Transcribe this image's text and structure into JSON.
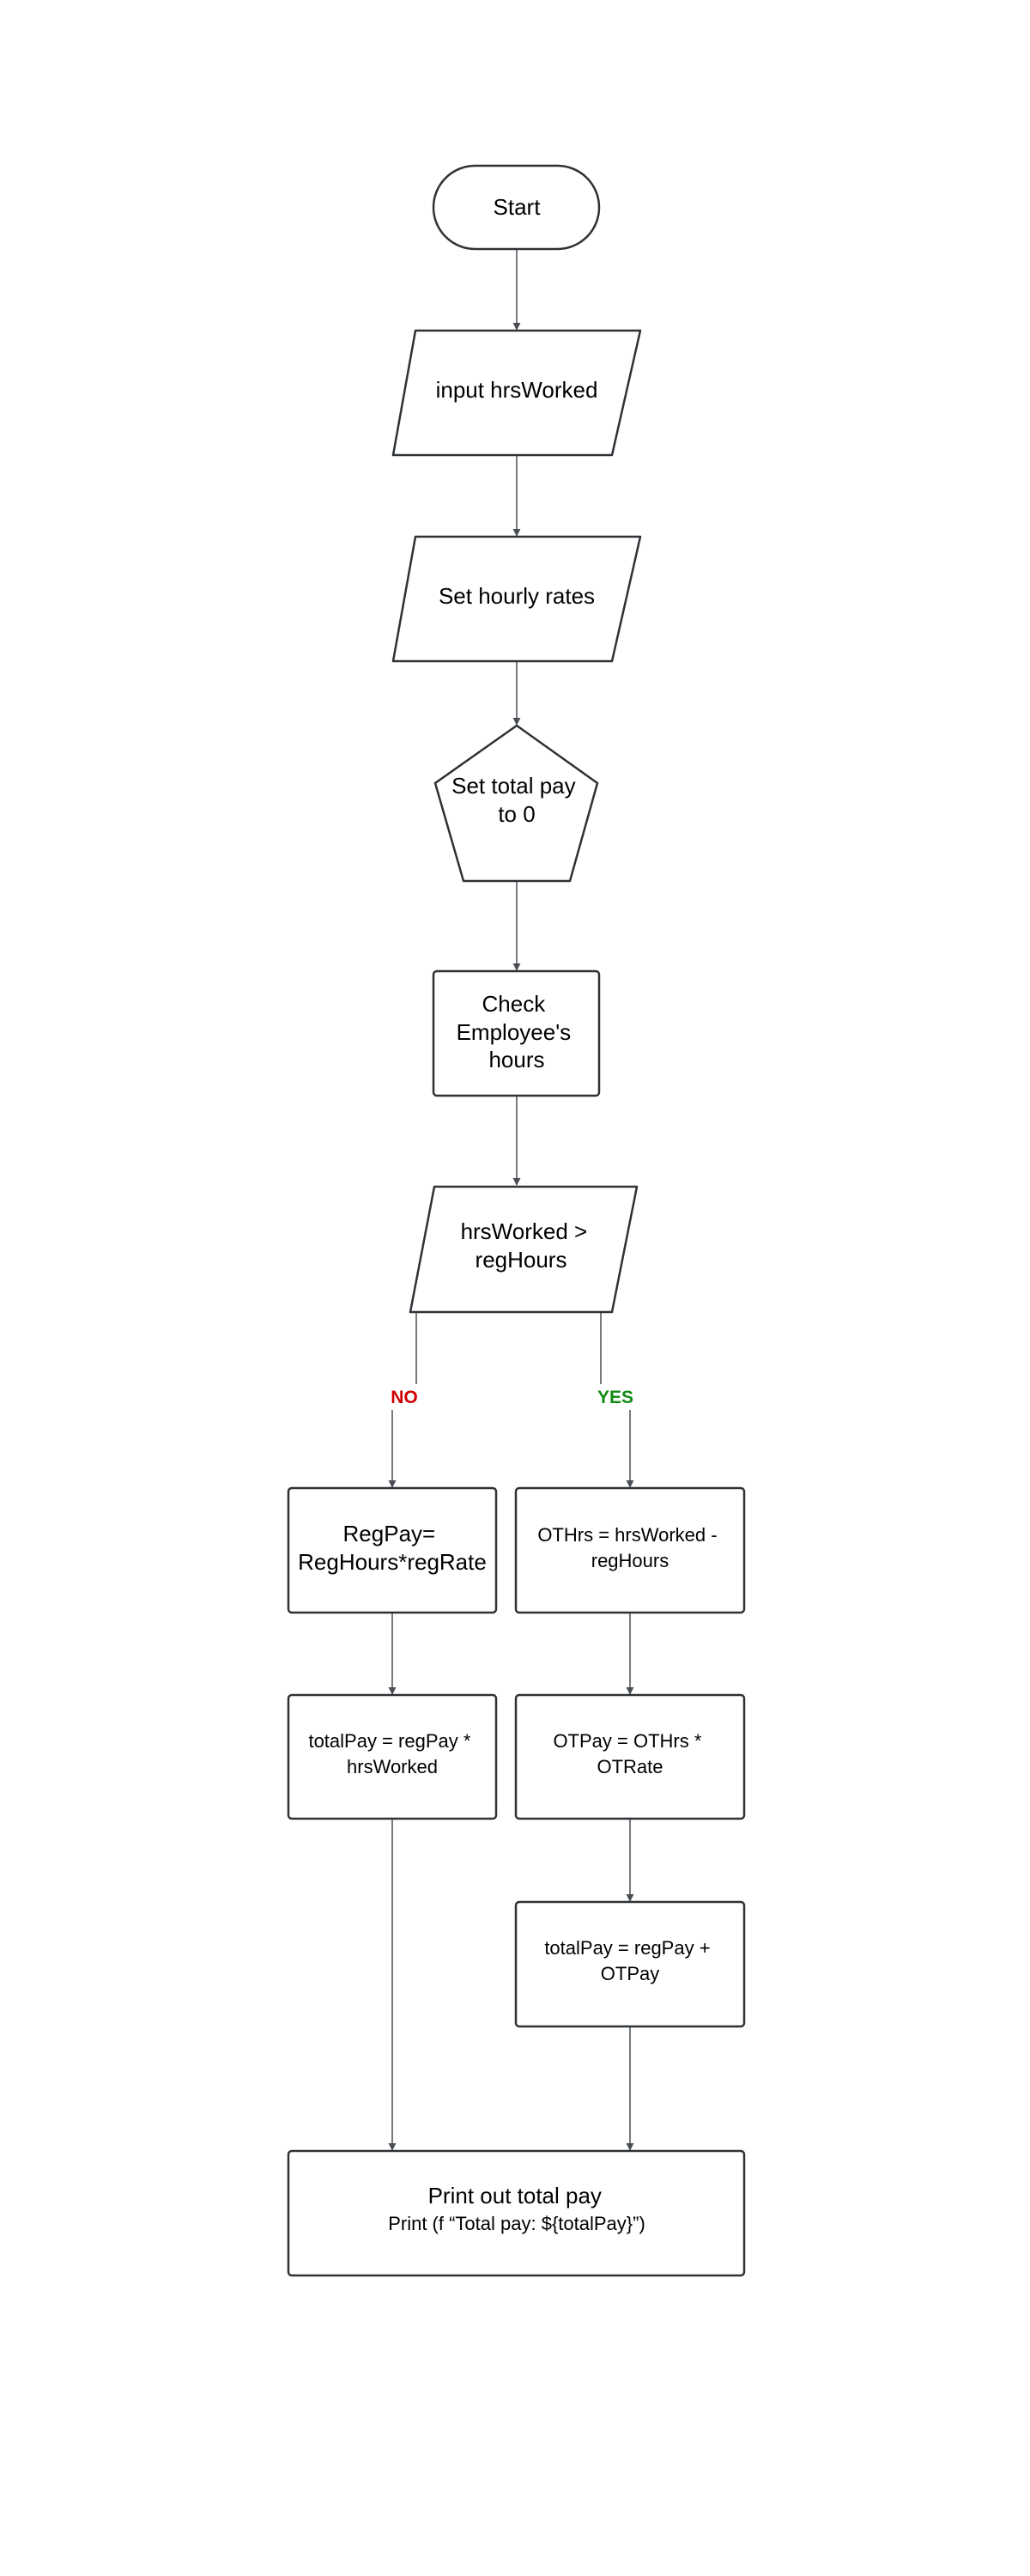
{
  "colors": {
    "stroke": "#2e3236",
    "connector": "#4a4e54",
    "text": "#000000",
    "no_label": "#d00000",
    "yes_label": "#118a11"
  },
  "nodes": {
    "start": {
      "lines": [
        "Start"
      ]
    },
    "input_hours": {
      "lines": [
        "input hrsWorked"
      ]
    },
    "set_rates": {
      "lines": [
        "Set hourly rates"
      ]
    },
    "set_total": {
      "lines": [
        "Set total pay",
        "to 0"
      ]
    },
    "check_hours": {
      "lines": [
        "Check",
        "Employee's",
        "hours"
      ]
    },
    "decision": {
      "lines": [
        "hrsWorked >",
        "regHours"
      ]
    },
    "regpay": {
      "lines": [
        "RegPay=",
        "RegHours*regRate"
      ]
    },
    "othrs": {
      "lines": [
        "OTHrs = hrsWorked -",
        "regHours"
      ]
    },
    "totalpay_no": {
      "lines": [
        "totalPay = regPay *",
        "hrsWorked"
      ]
    },
    "otpay": {
      "lines": [
        "OTPay  = OTHrs *",
        "OTRate"
      ]
    },
    "totalpay_yes": {
      "lines": [
        "totalPay = regPay +",
        "OTPay"
      ]
    },
    "print": {
      "lines": [
        "Print out total pay",
        "Print (f “Total pay: ${totalPay}”)"
      ]
    }
  },
  "branch_labels": {
    "no": "NO",
    "yes": "YES"
  }
}
